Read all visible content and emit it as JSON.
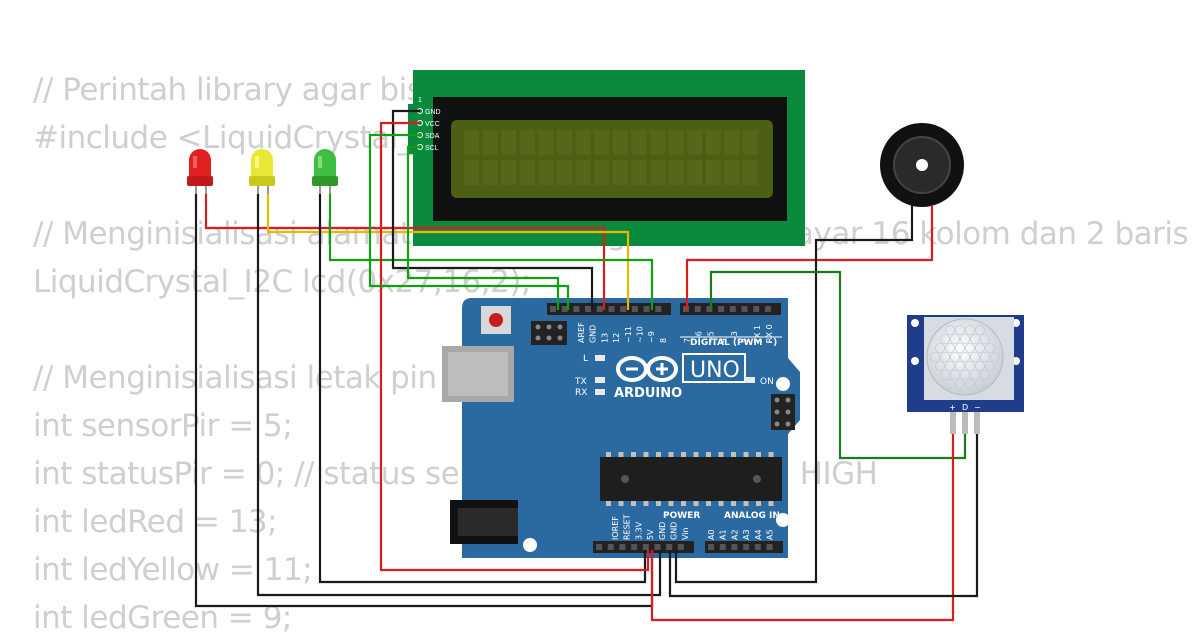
{
  "code_lines": [
    "// Perintah library agar bisa menggunakan LCD I2C",
    "#include <LiquidCrystal_I2C.h>",
    "",
    "// Menginisialisasi alamat LCD I2C dengan ukuran layar 16 kolom dan 2 baris",
    "LiquidCrystal_I2C lcd(0x27,16,2);",
    "",
    "// Menginisialisasi letak pin",
    "int sensorPir = 5;",
    "int statusPir = 0; // status sensor, jika terdeteksi = HIGH",
    "int ledRed = 13;",
    "int ledYellow = 11;",
    "int ledGreen = 9;"
  ],
  "lcd": {
    "pins": [
      "GND",
      "VCC",
      "SDA",
      "SCL"
    ],
    "pin_marker": "1"
  },
  "arduino": {
    "logo": "ARDUINO",
    "model": "UNO",
    "on_label": "ON",
    "l_label": "L",
    "tx_label": "TX",
    "rx_label": "RX",
    "digital_label": "DIGITAL (PWM ~)",
    "power_label": "POWER",
    "analog_label": "ANALOG IN",
    "top_pins": [
      "AREF",
      "GND",
      "13",
      "12",
      "~11",
      "~10",
      "~9",
      "8",
      "7",
      "~6",
      "~5",
      "4",
      "~3",
      "2",
      "TX 1",
      "RX 0"
    ],
    "power_pins": [
      "IOREF",
      "RESET",
      "3.3V",
      "5V",
      "GND",
      "GND",
      "Vin"
    ],
    "analog_pins": [
      "A0",
      "A1",
      "A2",
      "A3",
      "A4",
      "A5"
    ]
  },
  "pir": {
    "pins": [
      "+",
      "D",
      "−"
    ]
  },
  "colors": {
    "board": "#2a6aa0",
    "lcd_pcb": "#0a8a3c",
    "lcd_screen": "#4d5f14",
    "wire_red": "#d91c1c",
    "wire_black": "#1a1a1a",
    "wire_green": "#12a012",
    "wire_yellow": "#e6b800",
    "wire_darkgreen": "#1b7a1b",
    "code_text": "#cfcfcf"
  },
  "icons": [
    "led-red-icon",
    "led-yellow-icon",
    "led-green-icon",
    "buzzer-icon",
    "pir-sensor-icon",
    "usb-port-icon",
    "power-jack-icon",
    "reset-button-icon",
    "chip-icon"
  ]
}
